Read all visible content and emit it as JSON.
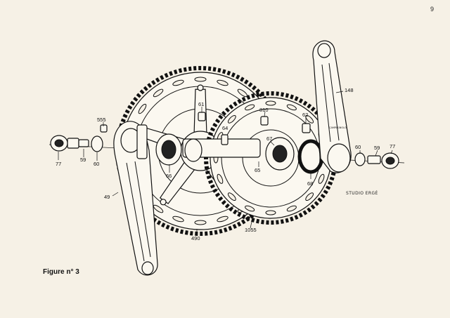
{
  "page": {
    "number": "9"
  },
  "figure": {
    "caption": "Figure n° 3",
    "credit": "STUDIO ERGÉ",
    "crank_stamp": "CAMPAGNOLO",
    "labels": {
      "p77_left": "77",
      "p59_left": "59",
      "p60_left": "60",
      "p555": "555",
      "p49": "49",
      "p61": "61",
      "p64": "64",
      "p66": "66",
      "p490": "490",
      "p810": "810",
      "p62": "62",
      "p67": "67",
      "p65": "65",
      "p1055": "1055",
      "p68": "68",
      "p148": "148",
      "p60_right": "60",
      "p59_right": "59",
      "p77_right": "77"
    }
  }
}
